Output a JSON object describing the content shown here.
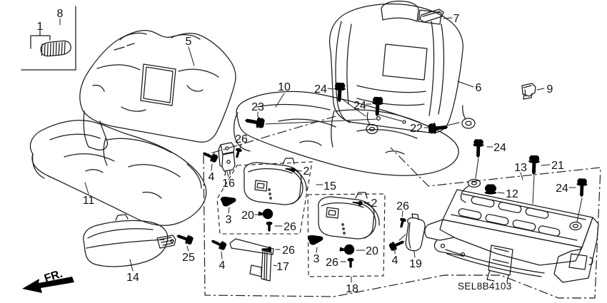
{
  "diagram": {
    "code": "SEL8B4103",
    "direction_label": "FR.",
    "type": "exploded-parts-diagram",
    "subject": "rear seat assembly line drawing"
  },
  "colors": {
    "line": "#1a1a1a",
    "background": "#ffffff"
  },
  "part_numbers": {
    "p1": "1",
    "p2": "2",
    "p3": "3",
    "p4": "4",
    "p5": "5",
    "p6": "6",
    "p7": "7",
    "p8": "8",
    "p9": "9",
    "p10": "10",
    "p11": "11",
    "p12": "12",
    "p13": "13",
    "p14": "14",
    "p15": "15",
    "p16": "16",
    "p17": "17",
    "p18": "18",
    "p19": "19",
    "p20": "20",
    "p21": "21",
    "p22": "22",
    "p23": "23",
    "p24": "24",
    "p25": "25",
    "p26": "26"
  }
}
